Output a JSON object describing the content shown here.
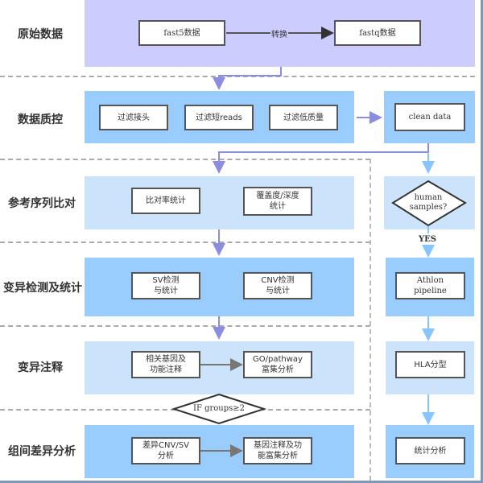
{
  "stages": [
    {
      "label": "原始数据"
    },
    {
      "label": "数据质控"
    },
    {
      "label": "参考序列比对"
    },
    {
      "label": "变异检测及统计"
    },
    {
      "label": "变异注释"
    },
    {
      "label": "组间差异分析"
    }
  ],
  "raw": {
    "box1": "fast5数据",
    "box2": "fastq数据",
    "arrow_label": "转换"
  },
  "qc": {
    "box1": "过滤接头",
    "box2": "过滤短reads",
    "box3": "过滤低质量"
  },
  "align": {
    "box1": "比对率统计",
    "box2_line1": "覆盖度/深度",
    "box2_line2": "统计"
  },
  "variant": {
    "box1_line1": "SV检测",
    "box1_line2": "与统计",
    "box2_line1": "CNV检测",
    "box2_line2": "与统计"
  },
  "annot": {
    "box1_line1": "相关基因及",
    "box1_line2": "功能注释",
    "box2_line1": "GO/pathway",
    "box2_line2": "富集分析"
  },
  "group": {
    "condition": "IF groups≥2",
    "box1_line1": "差异CNV/SV",
    "box1_line2": "分析",
    "box2_line1": "基因注释及功",
    "box2_line2": "能富集分析"
  },
  "hla_branch": {
    "clean_data": "clean data",
    "decision_line1": "human",
    "decision_line2": "samples?",
    "yes": "YES",
    "pipeline_line1": "Athlon",
    "pipeline_line2": "pipeline",
    "hla": "HLA分型",
    "stats": "统计分析"
  },
  "colors": {
    "band_purple": "#ccccff",
    "band_blue": "#99ccff",
    "band_light": "#cce4fb",
    "arrow_purple": "#8c8ce0",
    "arrow_blue": "#88c4ff",
    "frame": "#7f98b8"
  }
}
